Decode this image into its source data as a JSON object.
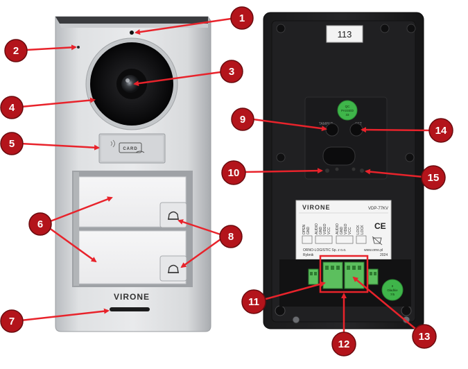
{
  "front_panel": {
    "brand": "VIRONE",
    "card_reader_label": "CARD"
  },
  "back_panel": {
    "sticker_number": "113",
    "qc_sticker": {
      "line1": "QC",
      "line2": "PASSED",
      "line3": "33"
    },
    "tamper_label": "TAMPER",
    "set_label": "SET",
    "label_brand": "VIRONE",
    "label_model": "VDP-77KV",
    "terminal_labels": [
      "OPEN",
      "GND",
      "AUDIO",
      "GND",
      "VIDEO",
      "VCC",
      "AUDIO",
      "GND",
      "VIDEO",
      "VCC",
      "LOCK",
      "LOCK"
    ],
    "ce_mark": "CE",
    "manufacturer": "ORNO-LOGISTIC Sp. z o.o.",
    "website": "www.orno.pl",
    "city": "Rybnik",
    "year": "2024",
    "green_sticker": {
      "line1": "II",
      "line2": "Gładkie",
      "line3": "7/5"
    }
  },
  "callouts": [
    "1",
    "2",
    "3",
    "4",
    "5",
    "6",
    "7",
    "8",
    "9",
    "10",
    "11",
    "12",
    "13",
    "14",
    "15"
  ],
  "colors": {
    "callout_fill": "#b3141b",
    "callout_stroke": "#6a0a0e",
    "arrow": "#e8232b"
  }
}
